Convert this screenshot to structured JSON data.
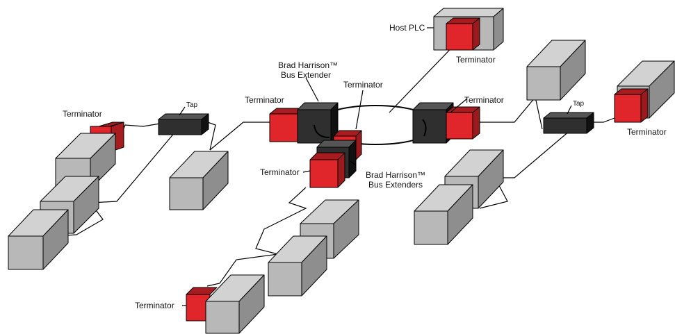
{
  "labels": {
    "host_plc": "Host PLC",
    "bus_extender": "Brad Harrison™",
    "bus_extender_line2": "Bus Extender",
    "bus_extenders": "Brad Harrison™",
    "bus_extenders_line2": "Bus Extenders",
    "terminator": "Terminator",
    "tap": "Tap"
  },
  "colors": {
    "device_gray": "#b8b8b8",
    "terminator_red": "#e0262b",
    "extender_black": "#2f2f2f"
  }
}
